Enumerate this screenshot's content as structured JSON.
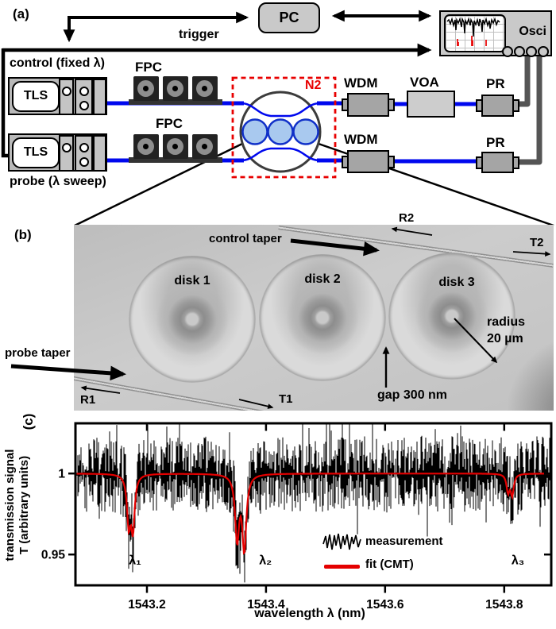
{
  "figure": {
    "panel_a": {
      "tag": "(a)",
      "pc": "PC",
      "osci": "Osci",
      "trigger": "trigger",
      "control_source": "control (fixed λ)",
      "probe_source": "probe (λ sweep)",
      "tls": "TLS",
      "fpc": "FPC",
      "n2": "N2",
      "wdm": "WDM",
      "voa": "VOA",
      "pr": "PR"
    },
    "panel_b": {
      "tag": "(b)",
      "control_taper": "control taper",
      "probe_taper": "probe taper",
      "disk1": "disk 1",
      "disk2": "disk 2",
      "disk3": "disk 3",
      "r1": "R1",
      "t1": "T1",
      "r2": "R2",
      "t2": "T2",
      "gap": "gap 300 nm",
      "radius_line1": "radius",
      "radius_line2": "20 µm"
    },
    "panel_c": {
      "tag": "(c)",
      "ylabel_line1": "transmission signal",
      "ylabel_line2": "T (arbitrary units)",
      "xlabel": "wavelength λ (nm)",
      "legend_measurement": "measurement",
      "legend_fit": "fit (CMT)"
    }
  },
  "chart_data": {
    "type": "line",
    "title": "",
    "xlabel": "wavelength λ (nm)",
    "ylabel": "transmission signal T (arbitrary units)",
    "xlim": [
      1543.08,
      1543.879
    ],
    "ylim": [
      0.931,
      1.031
    ],
    "xticks": [
      1543.2,
      1543.4,
      1543.6,
      1543.8
    ],
    "xtick_labels": [
      "1543.2",
      "1543.4",
      "1543.6",
      "1543.8"
    ],
    "yticks": [
      1,
      0.95
    ],
    "ytick_labels": [
      "1",
      "0.95"
    ],
    "baseline": 1.0,
    "noise_amp": 0.0235,
    "grid": false,
    "legend_position": "lower right",
    "series": [
      {
        "name": "measurement",
        "color": "#000000",
        "style": "noisy"
      },
      {
        "name": "fit (CMT)",
        "color": "#e40000",
        "style": "solid"
      }
    ],
    "resonances": [
      {
        "label": "λ₁",
        "centers": [
          1543.1695,
          1543.1765
        ],
        "depths": [
          0.03,
          0.033
        ],
        "gamma": 0.0035,
        "label_x": 1543.18,
        "label_T": 0.944
      },
      {
        "label": "λ₂",
        "centers": [
          1543.3515,
          1543.3635
        ],
        "depths": [
          0.04,
          0.046
        ],
        "gamma": 0.004,
        "label_x": 1543.399,
        "label_T": 0.944
      },
      {
        "label": "λ₃",
        "centers": [
          1543.8065,
          1543.8135
        ],
        "depths": [
          0.011,
          0.013
        ],
        "gamma": 0.003,
        "label_x": 1543.823,
        "label_T": 0.944
      }
    ]
  },
  "colors": {
    "fiber_blue": "#0008ee",
    "signal_cable": "#555555",
    "accent_red": "#e80000",
    "disk_fill": "#a9c9ef",
    "disk_stroke": "#1030c8",
    "box_gray": "#c9c9c9",
    "component_gray": "#a5a5a5"
  }
}
